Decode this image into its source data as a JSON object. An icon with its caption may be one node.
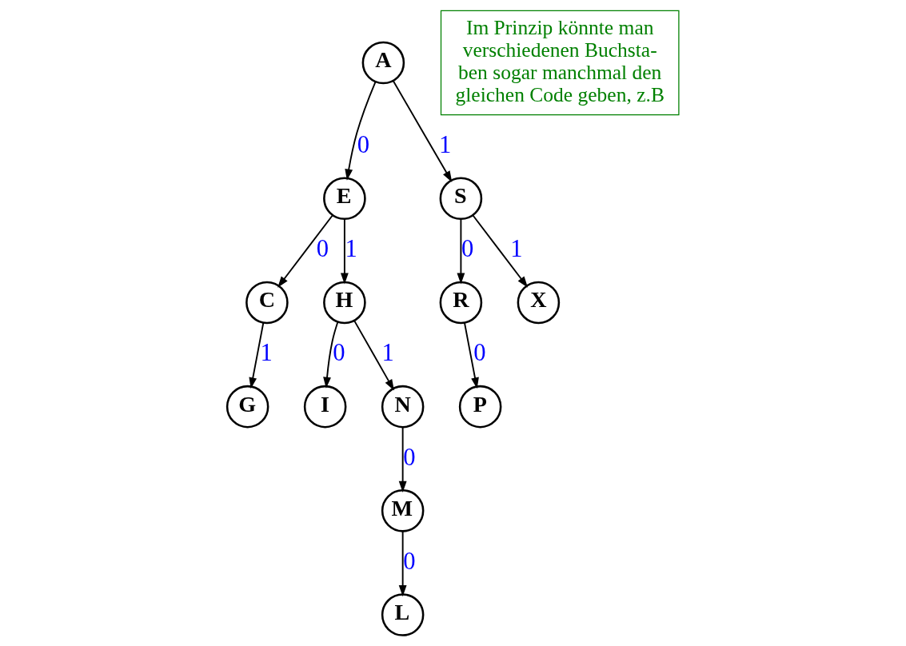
{
  "diagram": {
    "nodes": [
      {
        "text": [
          "A"
        ]
      },
      {
        "text": [
          "E"
        ]
      },
      {
        "text": [
          "S"
        ]
      },
      {
        "text": [
          "C"
        ]
      },
      {
        "text": [
          "H"
        ]
      },
      {
        "text": [
          "R"
        ]
      },
      {
        "text": [
          "X"
        ]
      },
      {
        "text": [
          "G"
        ]
      },
      {
        "text": [
          "I"
        ]
      },
      {
        "text": [
          "N"
        ]
      },
      {
        "text": [
          "P"
        ]
      },
      {
        "text": [
          "M"
        ]
      },
      {
        "text": [
          "L"
        ]
      },
      {
        "text": [
          "Im Prinzip könnte man verschiedenen Buchsta- ben sogar manchmal den gleichen Code geben, z.B"
        ]
      }
    ],
    "edges": [
      {
        "from": 0,
        "to": 1,
        "arrow": "to",
        "label": "0"
      },
      {
        "from": 0,
        "to": 2,
        "arrow": "to",
        "label": "1"
      },
      {
        "from": 1,
        "to": 3,
        "arrow": "to",
        "label": "0"
      },
      {
        "from": 1,
        "to": 4,
        "arrow": "to",
        "label": "1"
      },
      {
        "from": 2,
        "to": 5,
        "arrow": "to",
        "label": "0"
      },
      {
        "from": 2,
        "to": 6,
        "arrow": "to",
        "label": "1"
      },
      {
        "from": 3,
        "to": 7,
        "arrow": "to",
        "label": "1"
      },
      {
        "from": 4,
        "to": 8,
        "arrow": "to",
        "label": "0"
      },
      {
        "from": 4,
        "to": 9,
        "arrow": "to",
        "label": "1"
      },
      {
        "from": 5,
        "to": 10,
        "arrow": "to",
        "label": "0"
      },
      {
        "from": 9,
        "to": 11,
        "arrow": "to",
        "label": "0"
      },
      {
        "from": 11,
        "to": 12,
        "arrow": "to",
        "label": "0"
      }
    ]
  }
}
